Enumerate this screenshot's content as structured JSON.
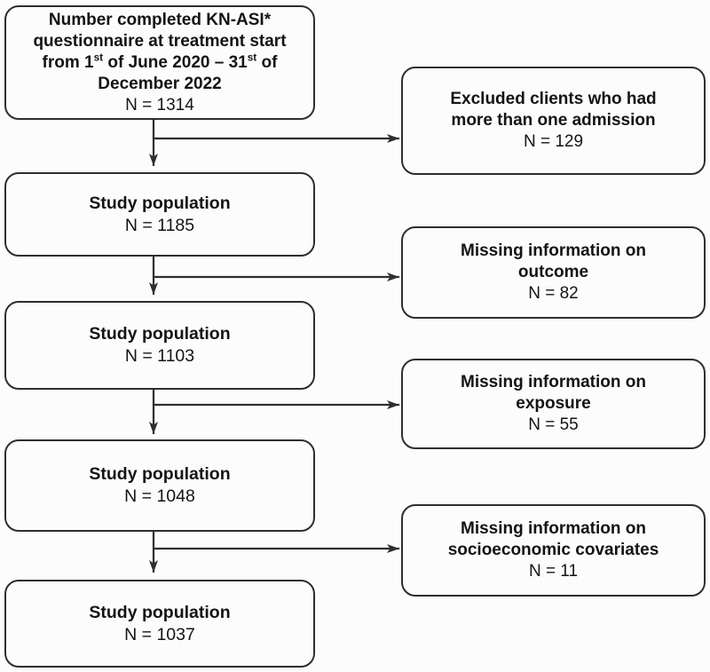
{
  "colors": {
    "background": "#fcfcfc",
    "box_border": "#2e2e2e",
    "arrow": "#2e2e2e",
    "text": "#141414"
  },
  "main_boxes": [
    {
      "l1": "Number completed KN-ASI*",
      "l2": "questionnaire at treatment start",
      "l3a": "from 1",
      "l3sup1": "st",
      "l3b": " of June 2020 – 31",
      "l3sup2": "st",
      "l3c": " of",
      "l4": "December 2022",
      "n": "N = 1314"
    },
    {
      "title": "Study population",
      "n": "N = 1185"
    },
    {
      "title": "Study population",
      "n": "N = 1103"
    },
    {
      "title": "Study population",
      "n": "N = 1048"
    },
    {
      "title": "Study population",
      "n": "N = 1037"
    }
  ],
  "exclusion_boxes": [
    {
      "line1": "Excluded clients who had",
      "line2": "more than one admission",
      "n": "N = 129"
    },
    {
      "line1": "Missing information on",
      "line2": "outcome",
      "n": "N = 82"
    },
    {
      "line1": "Missing information on",
      "line2": "exposure",
      "n": "N = 55"
    },
    {
      "line1": "Missing information on",
      "line2": "socioeconomic covariates",
      "n": "N = 11"
    }
  ]
}
